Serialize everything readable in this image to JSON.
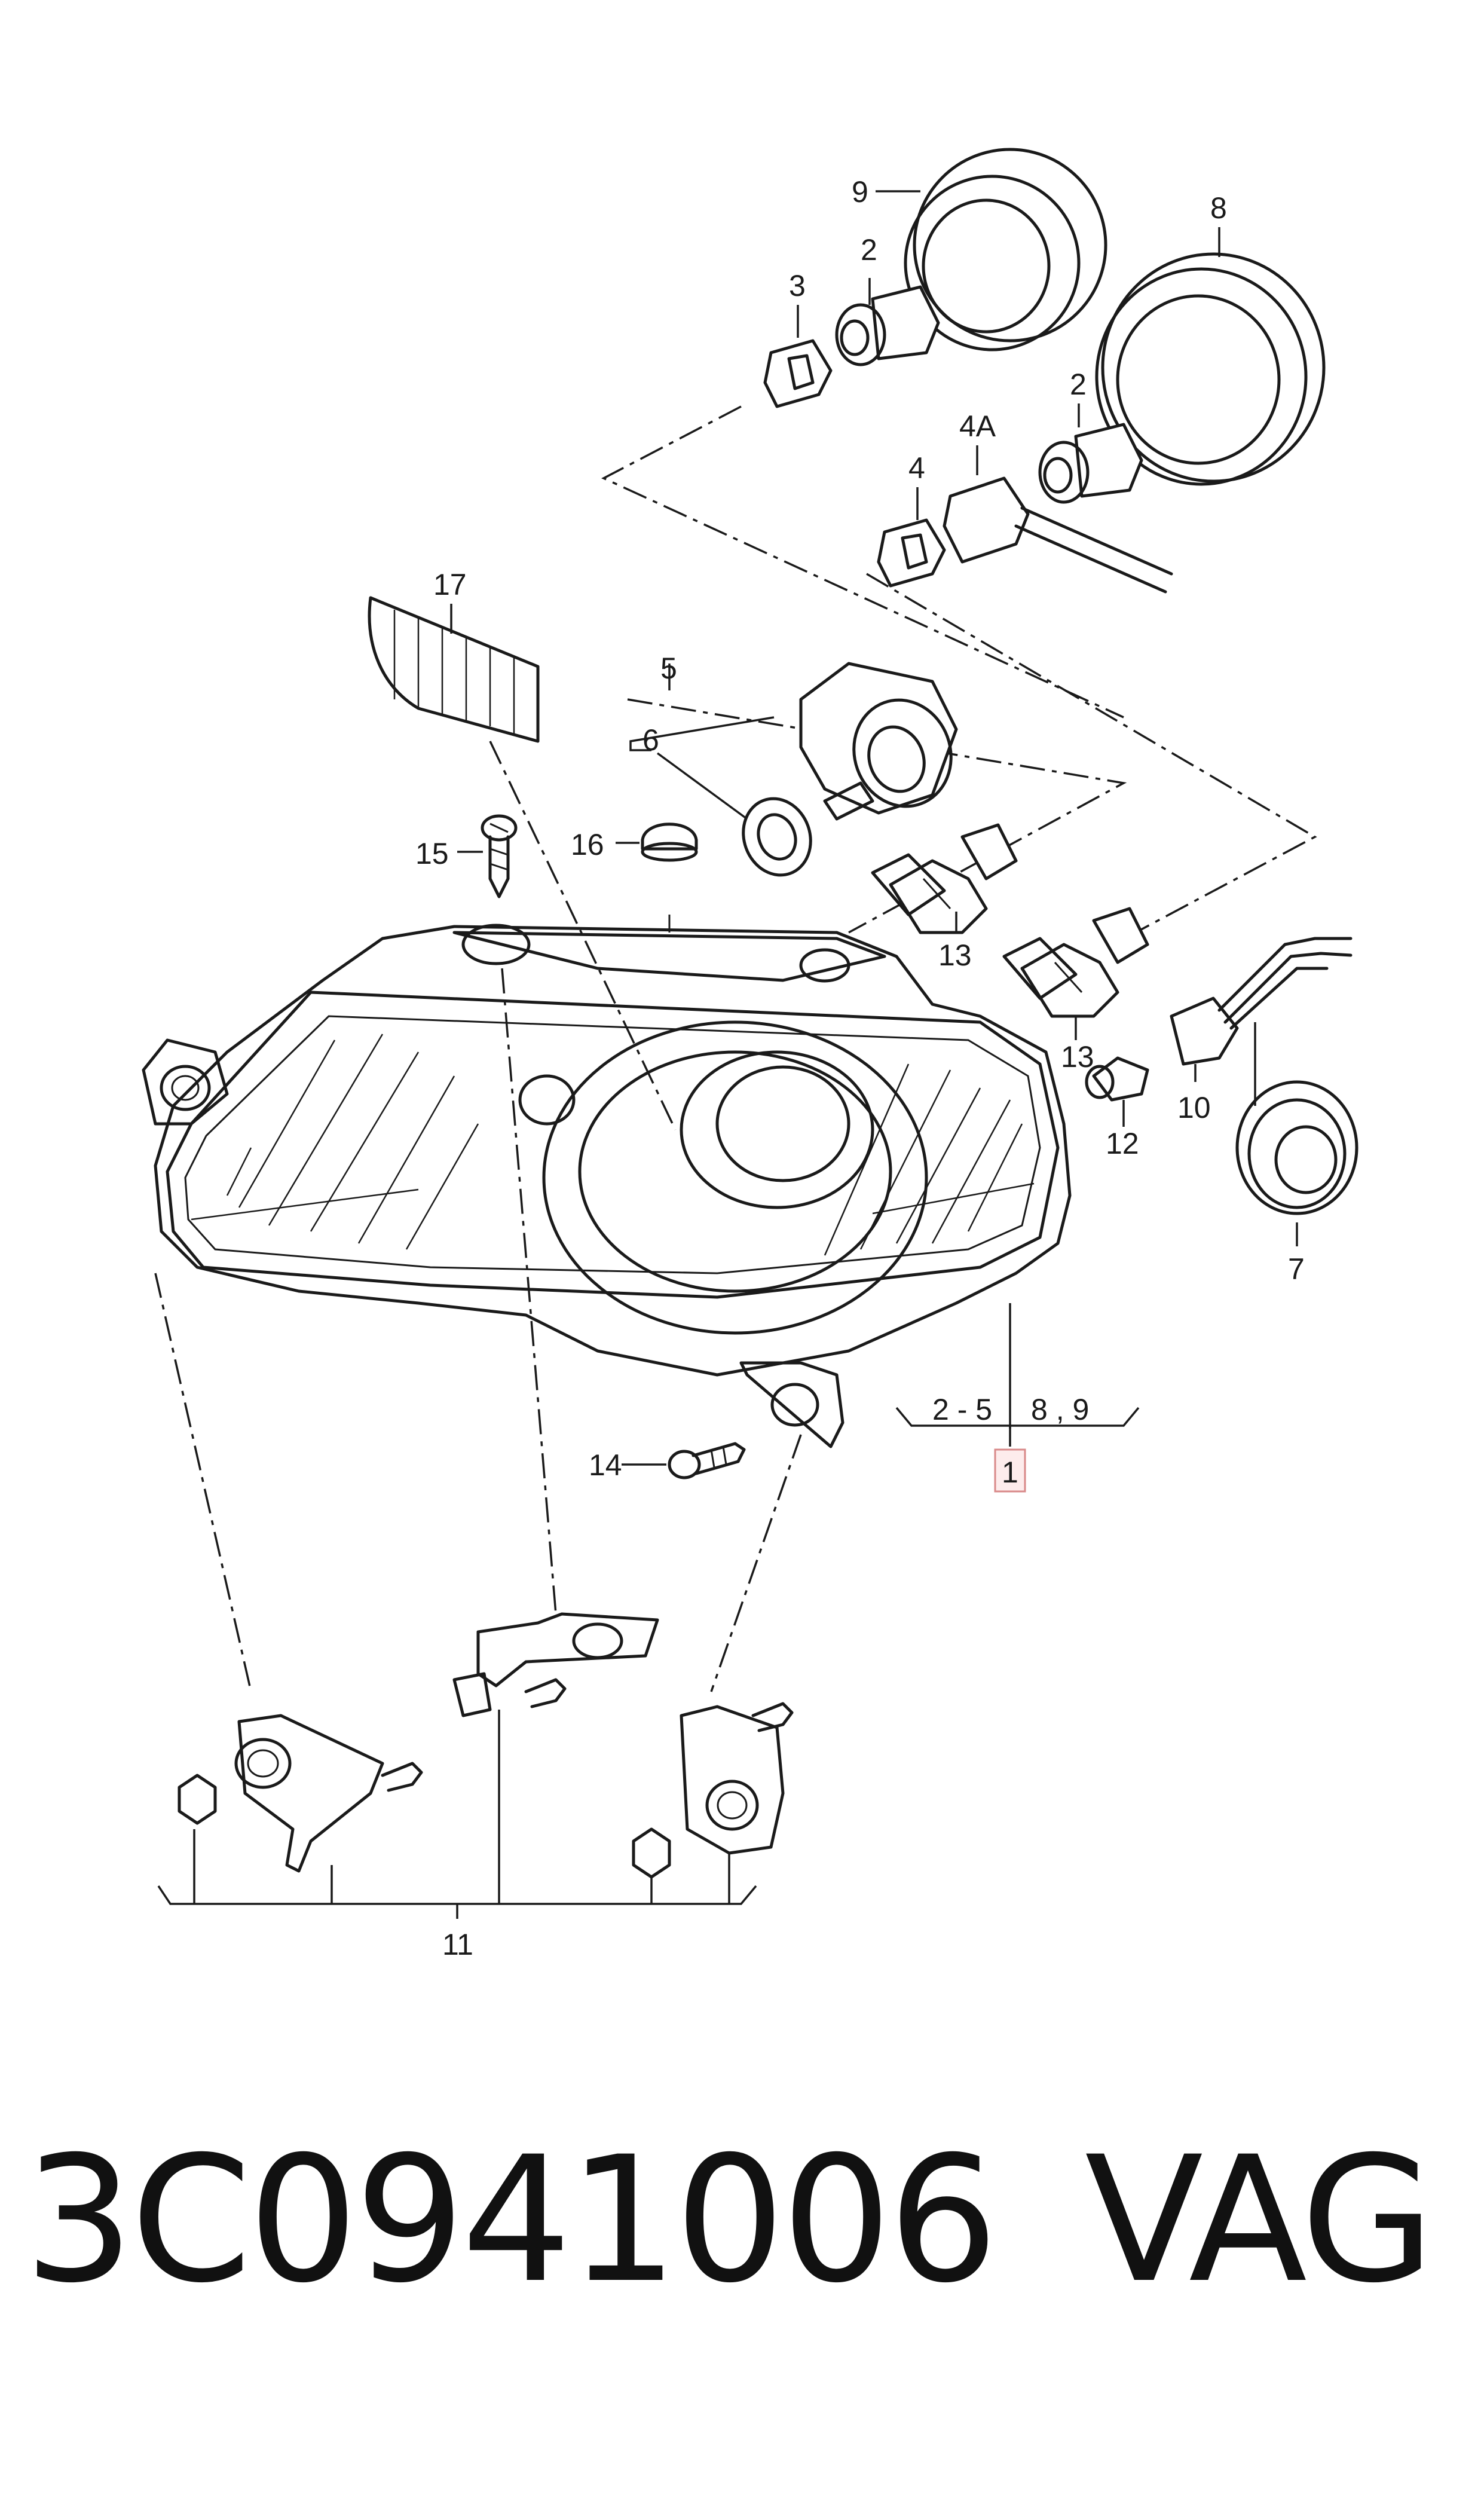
{
  "callouts": {
    "c1": "1",
    "c2a": "2",
    "c2b": "2",
    "c3": "3",
    "c4": "4",
    "c4a": "4A",
    "c5": "5",
    "c6": "6",
    "c7": "7",
    "c8": "8",
    "c9": "9",
    "c10": "10",
    "c11": "11",
    "c12": "12",
    "c13a": "13",
    "c13b": "13",
    "c14": "14",
    "c15": "15",
    "c16": "16",
    "c17": "17",
    "range_a": "2 - 5",
    "range_b": "8 , 9"
  },
  "footer": {
    "part_number": "3C0941006",
    "brand": "VAG"
  }
}
